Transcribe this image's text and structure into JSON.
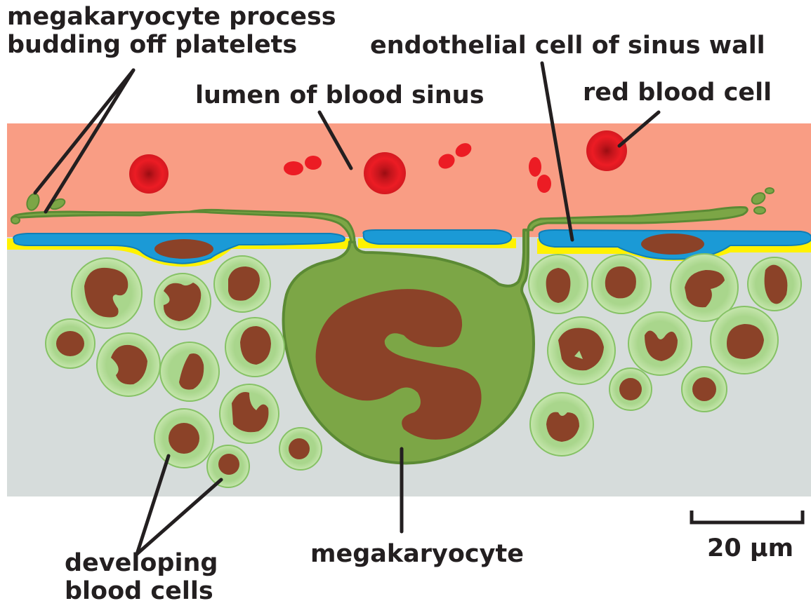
{
  "labels": {
    "platelets": {
      "line1": "megakaryocyte process",
      "line2": "budding off platelets"
    },
    "endothelial": "endothelial cell of sinus wall",
    "lumen": "lumen of blood sinus",
    "rbc": "red blood cell",
    "developing": {
      "line1": "developing",
      "line2": "blood cells"
    },
    "megakaryocyte": "megakaryocyte",
    "scale": "20 μm"
  },
  "colors": {
    "lumen": "#f99d84",
    "tissue": "#d6dcdb",
    "endothelium": "#1b9ad6",
    "basal_layer": "#fff200",
    "megakaryocyte": "#7ca646",
    "nucleus": "#8b4228",
    "developing_cell": "#a9d68c",
    "red_blood_cell": "#ec1c24",
    "leader_line": "#231f20"
  },
  "icons": [
    "red-blood-cell",
    "platelet",
    "nucleus",
    "endothelial-cell",
    "scale-bar"
  ]
}
